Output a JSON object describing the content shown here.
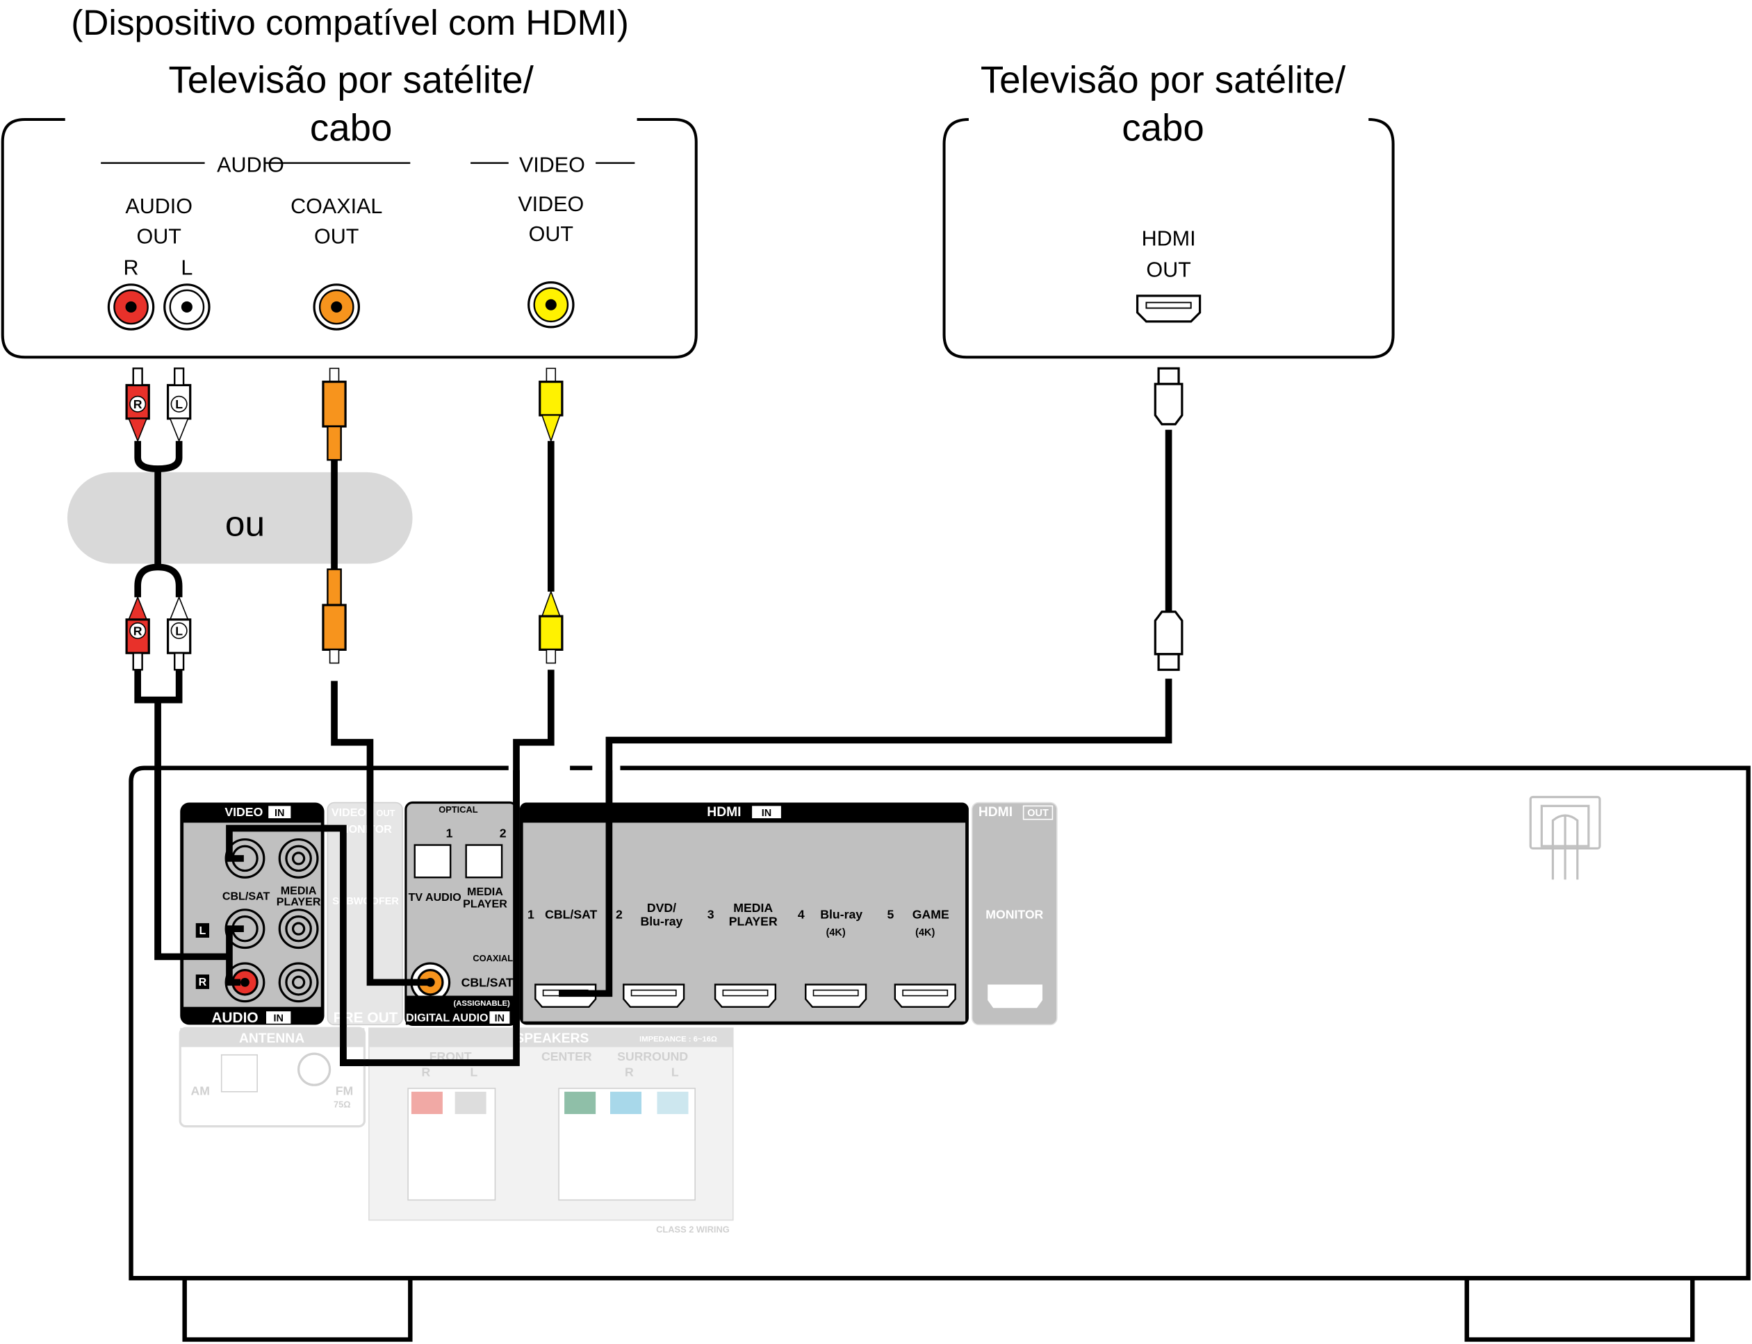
{
  "header": {
    "device_note": "(Dispositivo compatível com HDMI)"
  },
  "left_device": {
    "title_line1": "Televisão por satélite/",
    "title_line2": "cabo",
    "audio_group": "AUDIO",
    "video_group": "VIDEO",
    "audio_out": [
      "AUDIO",
      "OUT"
    ],
    "audio_channels": [
      "R",
      "L"
    ],
    "coaxial_out": [
      "COAXIAL",
      "OUT"
    ],
    "video_out": [
      "VIDEO",
      "OUT"
    ]
  },
  "right_device": {
    "title_line1": "Televisão por satélite/",
    "title_line2": "cabo",
    "hdmi_out": [
      "HDMI",
      "OUT"
    ]
  },
  "alternative": {
    "label": "ou"
  },
  "plug_labels": {
    "r": "R",
    "l": "L"
  },
  "receiver": {
    "video_in": {
      "title": "VIDEO",
      "badge": "IN",
      "inputs": [
        "CBL/SAT",
        "MEDIA",
        "PLAYER"
      ]
    },
    "audio_in": {
      "title": "AUDIO",
      "badge": "IN",
      "l": "L",
      "r": "R"
    },
    "video_out": {
      "title": "VIDEO",
      "badge": "OUT",
      "monitor": "MONITOR"
    },
    "subwoofer": "SUBWOOFER",
    "pre_out": "PRE OUT",
    "optical": {
      "title": "OPTICAL",
      "ports": [
        "1",
        "2"
      ],
      "names": [
        "TV AUDIO",
        "MEDIA",
        "PLAYER"
      ]
    },
    "coaxial": {
      "title": "COAXIAL",
      "name": "CBL/SAT",
      "assignable": "(ASSIGNABLE)"
    },
    "digital_audio": {
      "title": "DIGITAL AUDIO",
      "badge": "IN"
    },
    "hdmi_in": {
      "title": "HDMI",
      "badge": "IN",
      "ports": [
        {
          "num": "1",
          "name": "CBL/SAT",
          "name2": "",
          "sub": ""
        },
        {
          "num": "2",
          "name": "DVD/",
          "name2": "Blu-ray",
          "sub": ""
        },
        {
          "num": "3",
          "name": "MEDIA",
          "name2": "PLAYER",
          "sub": ""
        },
        {
          "num": "4",
          "name": "Blu-ray",
          "name2": "",
          "sub": "(4K)"
        },
        {
          "num": "5",
          "name": "GAME",
          "name2": "",
          "sub": "(4K)"
        }
      ]
    },
    "hdmi_out": {
      "title": "HDMI",
      "badge": "OUT",
      "name": "MONITOR"
    },
    "antenna": {
      "title": "ANTENNA",
      "am": "AM",
      "fm": "FM",
      "ohm": "75Ω"
    },
    "speakers": {
      "title": "SPEAKERS",
      "impedance": "IMPEDANCE : 6~16Ω",
      "front": "FRONT",
      "center": "CENTER",
      "surround": "SURROUND",
      "r": "R",
      "l": "L",
      "wiring": "CLASS 2 WIRING"
    }
  },
  "colors": {
    "red": "#e8312a",
    "white": "#ffffff",
    "orange": "#f7941d",
    "yellow": "#fff200",
    "panel": "#c0c0c0",
    "pill": "#d9d9d9"
  }
}
